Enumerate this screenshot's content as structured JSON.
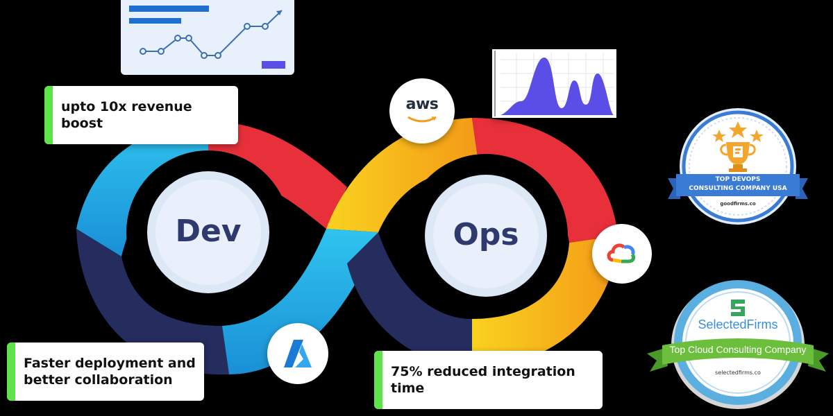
{
  "loop": {
    "left_label": "Dev",
    "right_label": "Ops"
  },
  "callouts": {
    "revenue": "upto 10x revenue boost",
    "deploy_line1": "Faster deployment and",
    "deploy_line2": "better collaboration",
    "integration": "75% reduced integration time"
  },
  "logos": {
    "aws": "aws",
    "aws_icon": "aws-logo-icon",
    "azure_icon": "azure-logo-icon",
    "gcp_icon": "google-cloud-logo-icon"
  },
  "badges": {
    "goodfirms": {
      "line1": "TOP DEVOPS",
      "line2": "CONSULTING COMPANY USA",
      "site": "goodfirms.co"
    },
    "selectedfirms": {
      "brand": "SelectedFirms",
      "ribbon": "Top Cloud Consulting Company",
      "site": "selectedfirms.co"
    }
  },
  "colors": {
    "red": "#e8303a",
    "yellow": "#f7b51c",
    "cyan": "#21b6e6",
    "navy": "#252c5e",
    "green_bar": "#5ee34a",
    "label": "#2e3a6e"
  }
}
